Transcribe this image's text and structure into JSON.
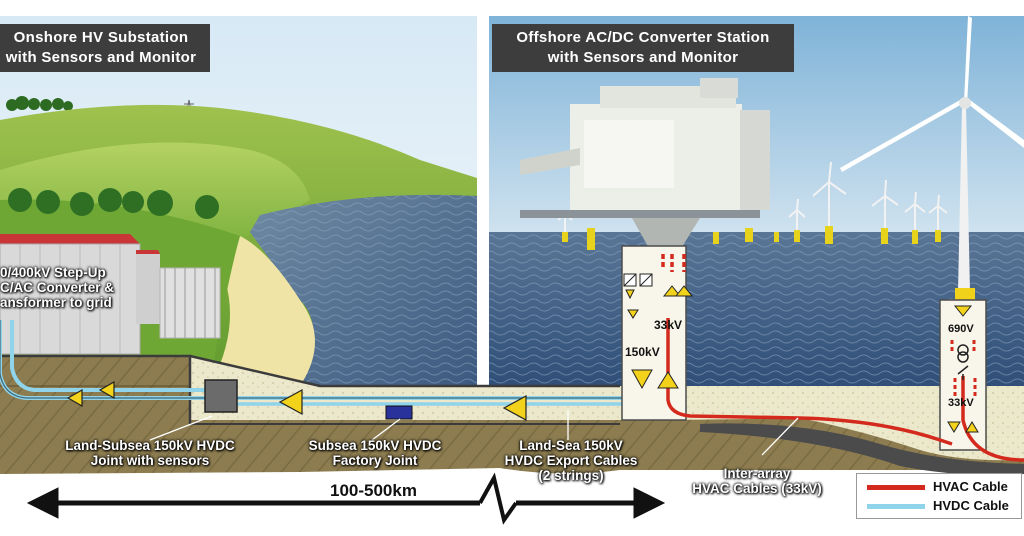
{
  "panels": {
    "onshore_title": [
      "Onshore HV Substation",
      "with Sensors and Monitor"
    ],
    "offshore_title": [
      "Offshore AC/DC Converter Station",
      "with Sensors and Monitor"
    ]
  },
  "labels": {
    "step_up": [
      "0/400kV Step-Up",
      "C/AC Converter &",
      "ansformer to grid"
    ],
    "land_joint": [
      "Land-Subsea 150kV HVDC",
      "Joint with sensors"
    ],
    "factory_joint": [
      "Subsea 150kV HVDC",
      "Factory Joint"
    ],
    "export_cables": [
      "Land-Sea 150kV",
      "HVDC Export Cables",
      "(2 strings)"
    ],
    "inter_array": [
      "Inter-array",
      "HVAC Cables (33kV)"
    ]
  },
  "voltage_tags": {
    "station_33kv": "33kV",
    "station_150kv": "150kV",
    "turbine_690v": "690V",
    "turbine_33kv": "33kV"
  },
  "distance": "100-500km",
  "legend": [
    {
      "label": "HVAC Cable",
      "color": "#d42a1e"
    },
    {
      "label": "HVDC Cable",
      "color": "#8fd4ea"
    }
  ],
  "colors": {
    "hvac": "#d42a1e",
    "hvdc": "#8fd4ea",
    "arrow": "#f2d21b",
    "sea": "#3d5d86",
    "seabed": "#eae6c8",
    "ground": "#8a7a4e"
  },
  "icons": [
    "grid-pylon-icon",
    "transformer-icon",
    "breaker-icon",
    "converter-icon",
    "joint-box-icon",
    "flow-arrow-icon",
    "wind-turbine-icon"
  ]
}
